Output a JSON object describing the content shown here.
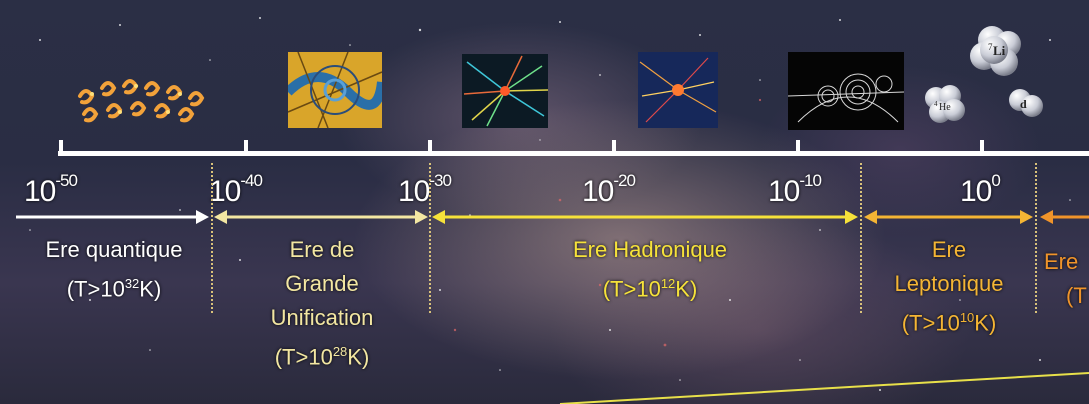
{
  "axis": {
    "ticks": [
      {
        "base": "10",
        "exp": "-50"
      },
      {
        "base": "10",
        "exp": "-40"
      },
      {
        "base": "10",
        "exp": "-30"
      },
      {
        "base": "10",
        "exp": "-20"
      },
      {
        "base": "10",
        "exp": "-10"
      },
      {
        "base": "10",
        "exp": "0"
      }
    ]
  },
  "eras": [
    {
      "lines": [
        "Ere quantique"
      ],
      "temp": {
        "pre": "(T>10",
        "exp": "32",
        "post": "K)"
      }
    },
    {
      "lines": [
        "Ere de",
        "Grande",
        "Unification"
      ],
      "temp": {
        "pre": "(T>10",
        "exp": "28",
        "post": "K)"
      }
    },
    {
      "lines": [
        "Ere Hadronique"
      ],
      "temp": {
        "pre": "(T>10",
        "exp": "12",
        "post": "K)"
      }
    },
    {
      "lines": [
        "Ere",
        "Leptonique"
      ],
      "temp": {
        "pre": "(T>10",
        "exp": "10",
        "post": "K)"
      }
    },
    {
      "lines": [
        "Ere"
      ],
      "temp": {
        "pre": "(T",
        "exp": "",
        "post": ""
      }
    }
  ],
  "nuclei": {
    "li": "Li",
    "li_mass": "7",
    "he": "He",
    "he_mass": "4",
    "d": "d"
  },
  "colors": {
    "quantum": "#ffffff",
    "gut": "#f3e7a2",
    "hadron": "#f6e23a",
    "lepton": "#f4b534",
    "next": "#f0942a",
    "axis": "#ffffff"
  }
}
